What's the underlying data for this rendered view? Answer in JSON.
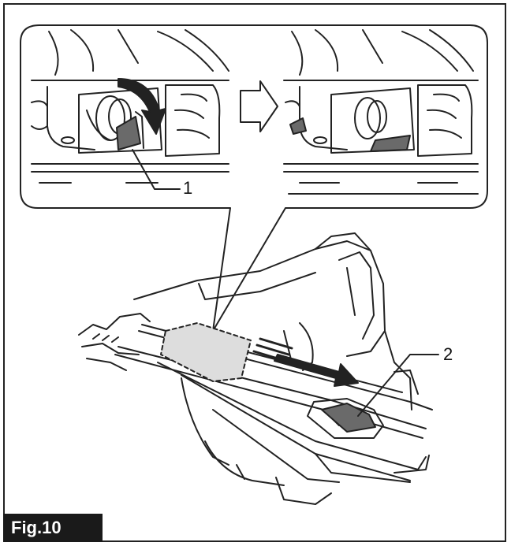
{
  "figure": {
    "tag": "Fig.10",
    "callouts": [
      {
        "id": "1",
        "label": "1"
      },
      {
        "id": "2",
        "label": "2"
      }
    ]
  },
  "colors": {
    "line": "#222222",
    "fill_dark": "#6a6a6a",
    "fill_light": "#dddddd",
    "tag_bg": "#1a1a1a",
    "tag_text": "#ffffff"
  }
}
